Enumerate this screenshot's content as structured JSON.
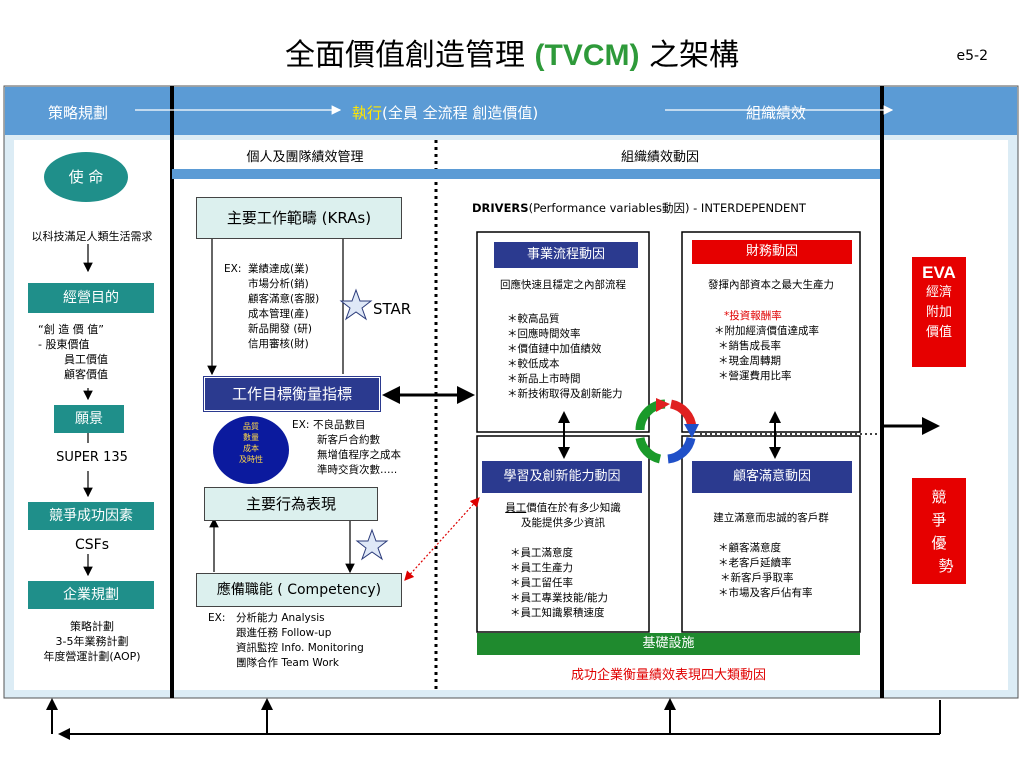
{
  "title": {
    "pre": "全面價值創造管理 ",
    "accent": "(TVCM)",
    "post": " 之架構"
  },
  "page_number": "e5-2",
  "top_band": {
    "left": "策略規劃",
    "center_yellow": "執行",
    "center_rest": "(全員 全流程 創造價值)",
    "right": "組織績效"
  },
  "header_cols": {
    "left": "個人及團隊績效管理",
    "right": "組織績效動因"
  },
  "left_column": {
    "mission": "使 命",
    "mission_desc": "以科技滿足人類生活需求",
    "purpose": "經營目的",
    "purpose_lines": [
      "“創 造 價 值”",
      "- 股東價值",
      "員工價值",
      "顧客價值"
    ],
    "vision": "願景",
    "vision_desc": "SUPER 135",
    "csf": "競爭成功因素",
    "csf_desc": "CSFs",
    "planning": "企業規劃",
    "planning_lines": [
      "策略計劃",
      "3-5年業務計劃",
      "年度營運計劃(AOP)"
    ]
  },
  "middle": {
    "kra_title": "主要工作範疇 (KRAs)",
    "kra_ex_label": "EX:",
    "kra_items": [
      "業績達成(業)",
      "市場分析(銷)",
      "顧客滿意(客服)",
      "成本管理(產)",
      "新品開發 (研)",
      "信用審核(財)"
    ],
    "star_label": "STAR",
    "kpi_title": "工作目標衡量指標",
    "circle_lines": [
      "品質",
      "數量",
      "成本",
      "及時性"
    ],
    "kpi_ex_label": "EX:",
    "kpi_items": [
      "不良品數目",
      "新客戶合約數",
      "無增值程序之成本",
      "準時交貨次數….."
    ],
    "behavior_title": "主要行為表現",
    "competency_title": "應備職能 ( Competency)",
    "comp_ex_label": "EX:",
    "comp_items": [
      "分析能力 Analysis",
      "跟進任務 Follow-up",
      "資訊監控 Info. Monitoring",
      "團隊合作 Team Work"
    ]
  },
  "drivers": {
    "heading_bold": "DRIVERS",
    "heading_rest": "(Performance variables動因) - INTERDEPENDENT",
    "process": {
      "title": "事業流程動因",
      "subtitle": "回應快速且穩定之內部流程",
      "items": [
        "＊較高品質",
        "＊回應時間效率",
        "＊價值鏈中加值績效",
        "＊較低成本",
        "＊新品上市時間",
        "＊新技術取得及創新能力"
      ]
    },
    "finance": {
      "title": "財務動因",
      "subtitle": "發揮內部資本之最大生產力",
      "items": [
        "*投資報酬率",
        "＊附加經濟價值達成率",
        "＊銷售成長率",
        "＊現金周轉期",
        "＊營運費用比率"
      ]
    },
    "learning": {
      "title": "學習及創新能力動因",
      "subtitle_underlined": "員工",
      "subtitle_rest": "價值在於有多少知識",
      "subtitle_line2": "及能提供多少資訊",
      "items": [
        "＊員工滿意度",
        "＊員工生產力",
        "＊員工留任率",
        "＊員工專業技能/能力",
        "＊員工知識累積速度"
      ]
    },
    "customer": {
      "title": "顧客滿意動因",
      "subtitle": "建立滿意而忠誠的客戶群",
      "items": [
        "＊顧客滿意度",
        "＊老客戶延續率",
        "＊新客戶爭取率",
        "＊市場及客戶佔有率"
      ]
    },
    "infrastructure": "基礎設施",
    "footer": "成功企業衡量績效表現四大類動因"
  },
  "right_column": {
    "eva_title": "EVA",
    "eva_lines": [
      "經濟",
      "附加",
      "價值"
    ],
    "comp_lines": [
      "競",
      "爭",
      "優",
      "勢"
    ]
  },
  "colors": {
    "band": "#5b9bd5",
    "teal": "#1f8f8a",
    "navy": "#2b3a8f",
    "red": "#e60000",
    "green": "#1f8a2e",
    "light": "#dcf0ee"
  },
  "icons": [
    "star-icon",
    "cycle-arrows-icon",
    "double-arrow-icon",
    "dotted-arrow-icon"
  ]
}
